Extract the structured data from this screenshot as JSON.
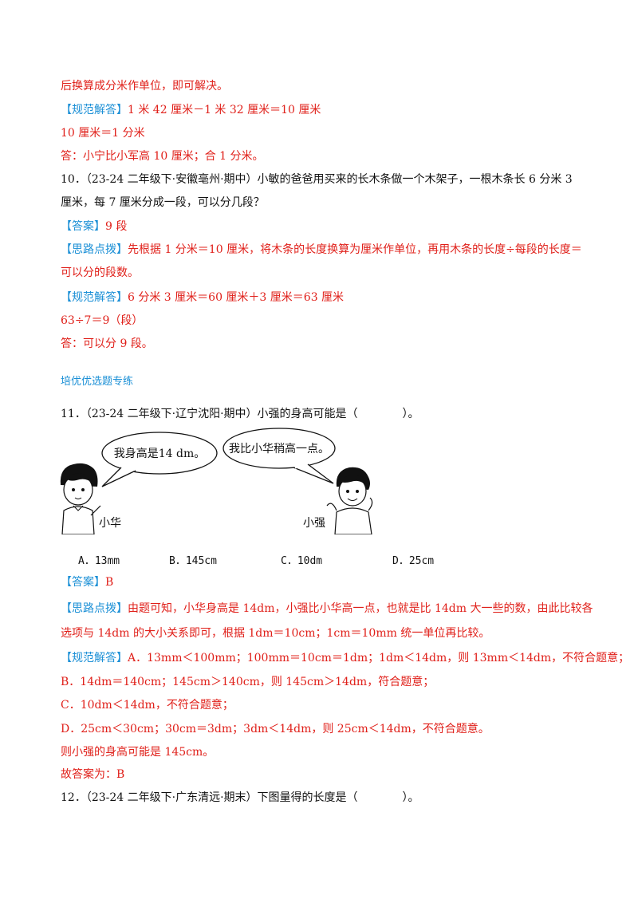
{
  "q9": {
    "tail": "后换算成分米作单位，即可解决。",
    "solution_label": "【规范解答】",
    "solution_1": "1 米 42 厘米－1 米 32 厘米＝10 厘米",
    "solution_2": "10 厘米＝1 分米",
    "solution_3": "答：小宁比小军高 10 厘米；合 1 分米。"
  },
  "q10": {
    "stem_1": "10．（23-24 二年级下·安徽亳州·期中）小敏的爸爸用买来的长木条做一个木架子，一根木条长 6 分米 3",
    "stem_2": "厘米，每 7 厘米分成一段，可以分几段？",
    "answer_label": "【答案】",
    "answer": "9 段",
    "hint_label": "【思路点拨】",
    "hint_1": "先根据 1 分米＝10 厘米，将木条的长度换算为厘米作单位，再用木条的长度÷每段的长度＝",
    "hint_2": "可以分的段数。",
    "solution_label": "【规范解答】",
    "solution_1": "6 分米 3 厘米＝60 厘米＋3 厘米＝63 厘米",
    "solution_2": "63÷7＝9（段）",
    "solution_3": "答：可以分 9 段。"
  },
  "section_title": "培优优选题专练",
  "q11": {
    "stem": "11．（23-24 二年级下·辽宁沈阳·期中）小强的身高可能是（　　　　）。",
    "bubble_left": "我身高是14 dm。",
    "bubble_right": "我比小华稍高一点。",
    "name_left": "小华",
    "name_right": "小强",
    "options": [
      "A．13mm",
      "B．145cm",
      "C．10dm",
      "D．25cm"
    ],
    "answer_label": "【答案】",
    "answer": "B",
    "hint_label": "【思路点拨】",
    "hint_1": "由题可知，小华身高是 14dm，小强比小华高一点，也就是比 14dm 大一些的数，由此比较各",
    "hint_2": "选项与 14dm 的大小关系即可，根据 1dm＝10cm；1cm＝10mm 统一单位再比较。",
    "solution_label": "【规范解答】",
    "solution_1": "A．13mm＜100mm；100mm＝10cm＝1dm；1dm＜14dm，则 13mm＜14dm，不符合题意；",
    "solution_2": "B．14dm＝140cm；145cm＞140cm，则 145cm＞14dm，符合题意；",
    "solution_3": "C．10dm＜14dm，不符合题意；",
    "solution_4": "D．25cm＜30cm；30cm＝3dm；3dm＜14dm，则 25cm＜14dm，不符合题意。",
    "solution_5": "则小强的身高可能是 145cm。",
    "solution_6": "故答案为：B"
  },
  "q12": {
    "stem": "12．（23-24 二年级下·广东清远·期末）下图量得的长度是（　　　　）。"
  }
}
